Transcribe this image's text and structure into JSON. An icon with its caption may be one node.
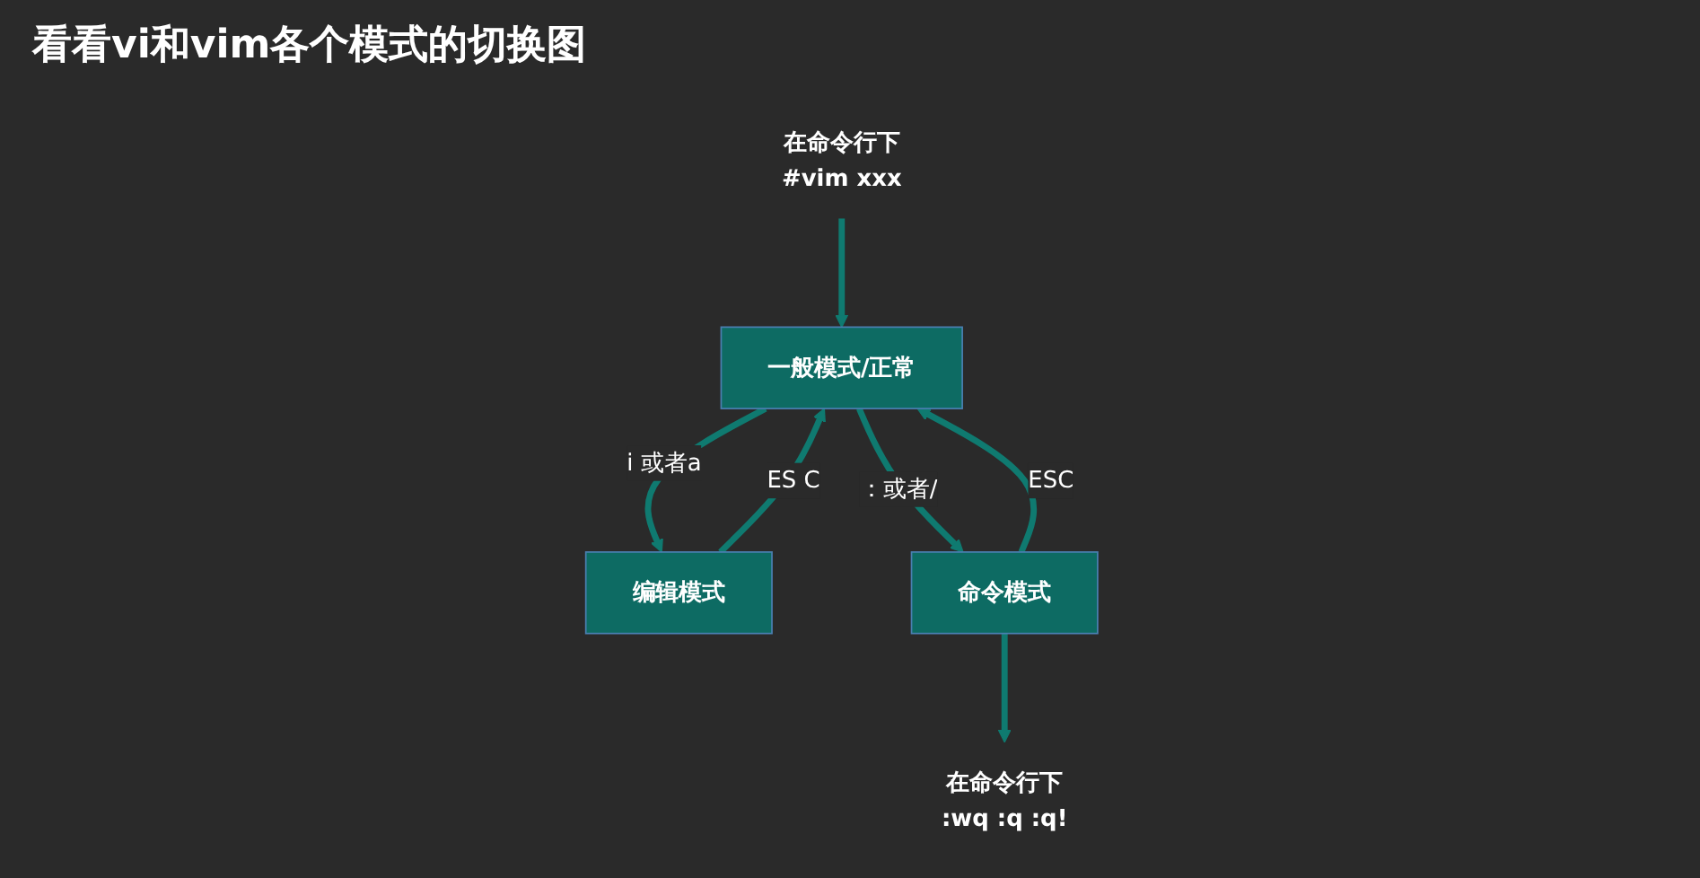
{
  "diagram": {
    "title": "看看vi和vim各个模式的切换图",
    "nodes": [
      {
        "text": [
          "在命令行下"
        ],
        "beside": [
          "#vim  xxx"
        ]
      },
      {
        "text": [
          "一般模式/正常"
        ]
      },
      {
        "text": [
          "编辑模式"
        ]
      },
      {
        "text": [
          "命令模式"
        ]
      },
      {
        "text": [
          "在命令行下"
        ],
        "beside": [
          ":wq  :q   :q!"
        ]
      }
    ],
    "edges": [
      {
        "from": 0,
        "to": 1,
        "arrow": "to"
      },
      {
        "from": 1,
        "to": 2,
        "arrow": "to",
        "label": "i 或者a"
      },
      {
        "from": 2,
        "to": 1,
        "arrow": "to",
        "label": "ES C"
      },
      {
        "from": 3,
        "to": 1,
        "arrow": "to",
        "label": "ESC"
      },
      {
        "from": 1,
        "to": 3,
        "arrow": "to",
        "label": "：或者/"
      },
      {
        "from": 3,
        "to": 4,
        "arrow": "to"
      }
    ]
  }
}
